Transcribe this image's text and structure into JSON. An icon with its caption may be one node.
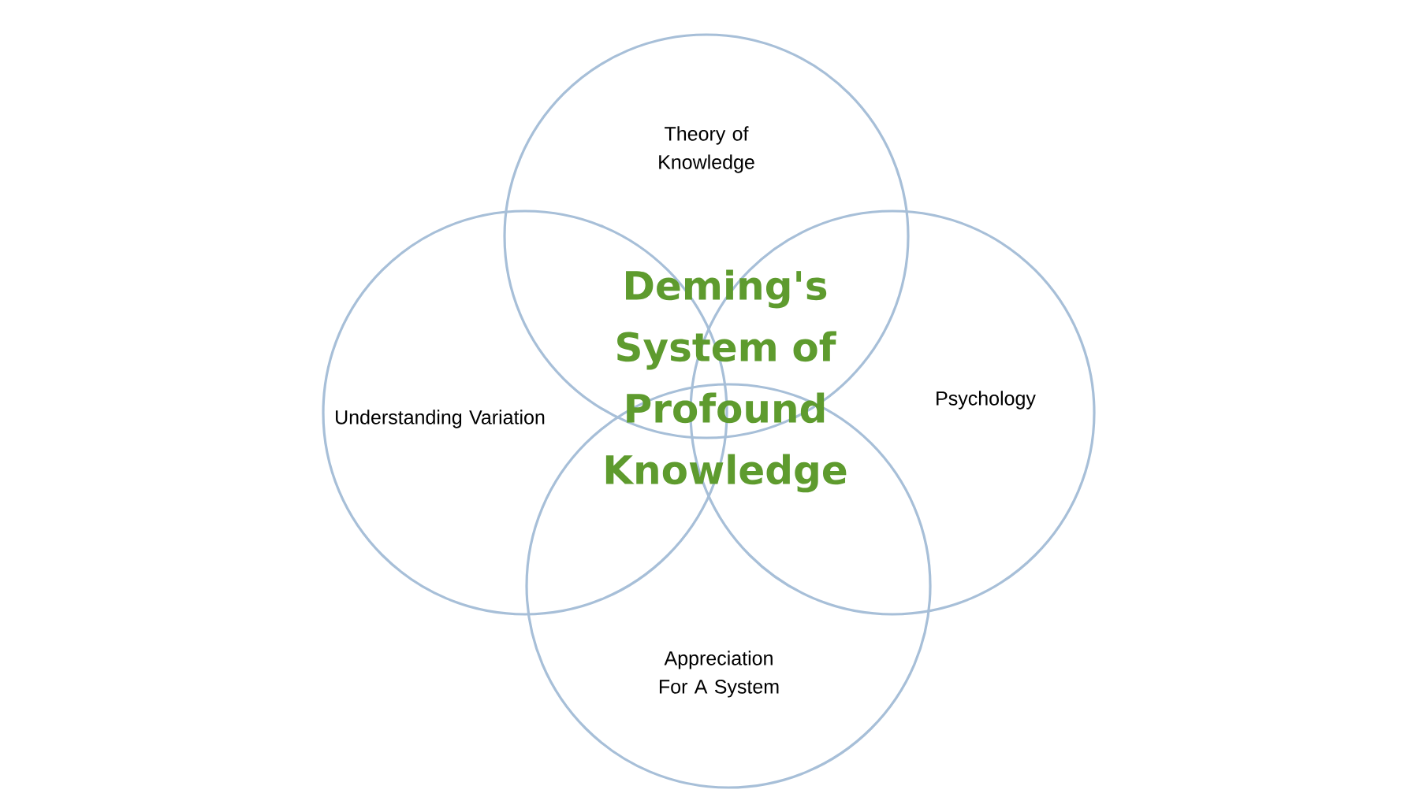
{
  "diagram": {
    "title": "Deming's System of Profound Knowledge",
    "nodes": [
      {
        "text": [
          "Theory of Knowledge"
        ]
      },
      {
        "text": [
          "Understanding Variation"
        ]
      },
      {
        "text": [
          "Psychology"
        ]
      },
      {
        "text": [
          "Appreciation For A System"
        ]
      }
    ]
  }
}
